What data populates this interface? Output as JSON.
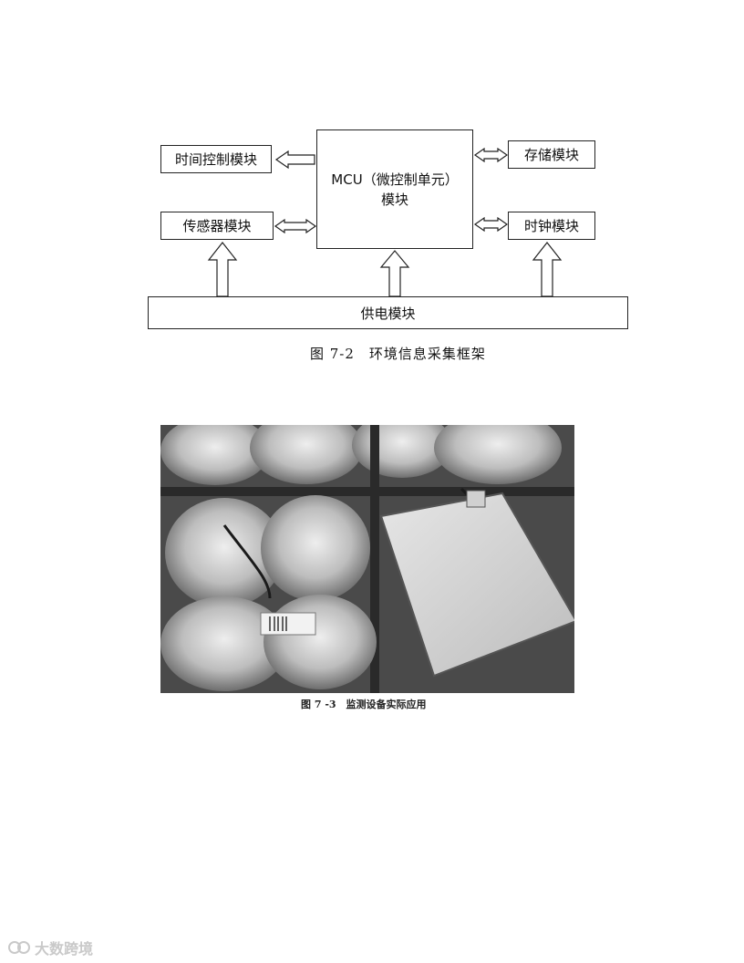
{
  "diagram": {
    "mcu_line1": "MCU（微控制单元）",
    "mcu_line2": "模块",
    "time_control": "时间控制模块",
    "storage": "存储模块",
    "sensor": "传感器模块",
    "clock": "时钟模块",
    "power": "供电模块",
    "caption": "图 7-2　环境信息采集框架"
  },
  "photo": {
    "caption": "图 7 -3　监测设备实际应用"
  },
  "watermark": {
    "text": "大数跨境"
  }
}
